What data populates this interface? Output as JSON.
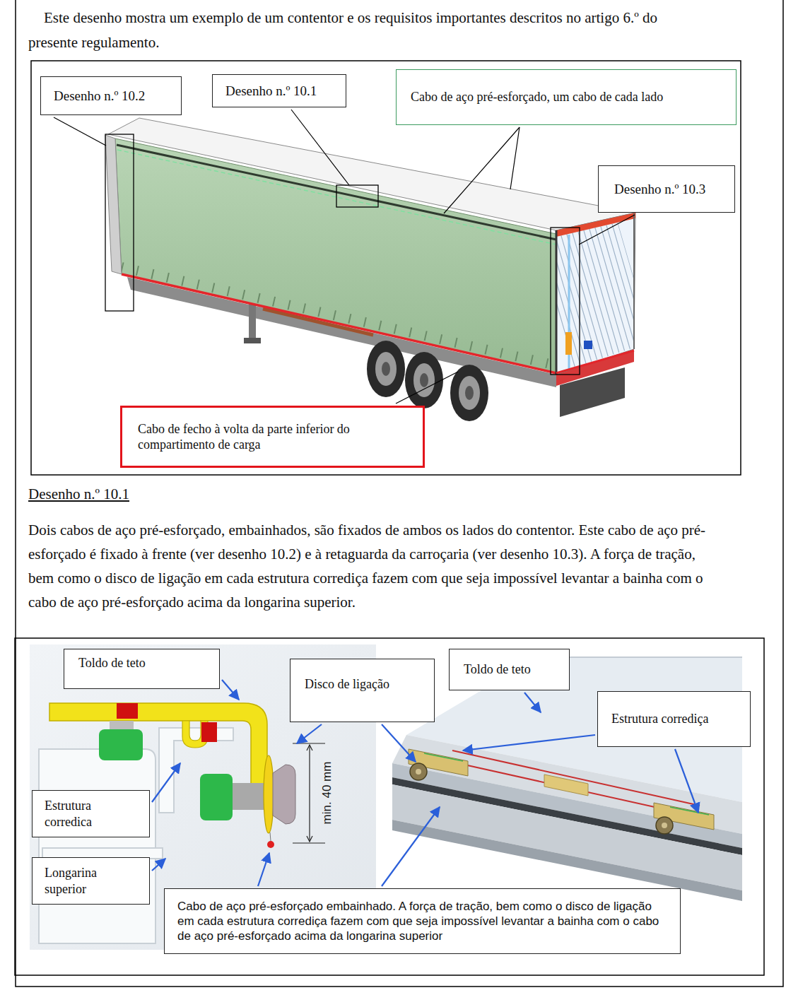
{
  "diagram": {
    "nodes": [
      {
        "text": [
          "Desenho n.º 10.2"
        ]
      },
      {
        "text": [
          "Desenho n.º 10.1"
        ]
      },
      {
        "text": [
          "Cabo de aço pré-esforçado, um cabo de cada lado"
        ]
      },
      {
        "text": [
          "Desenho n.º 10.3"
        ]
      },
      {
        "text": [
          "Cabo de fecho à volta da parte inferior do compartimento de carga"
        ]
      },
      {
        "text": [
          "Toldo de teto"
        ]
      },
      {
        "text": [
          "Disco de ligação"
        ]
      },
      {
        "text": [
          "Toldo de teto"
        ]
      },
      {
        "text": [
          "Estrutura corrediça"
        ]
      },
      {
        "text": [
          "Estrutura corredica"
        ]
      },
      {
        "text": [
          "Longarina superior"
        ]
      },
      {
        "text": [
          "Cabo de aço pré-esforçado embainhado. A força de tração, bem como o disco de ligação em cada estrutura corrediça fazem com que seja impossível levantar a bainha com o cabo de aço pré-esforçado acima da longarina superior"
        ]
      }
    ],
    "labels": [
      "Este desenho mostra um exemplo de um contentor e os requisitos importantes descritos no artigo 6.º do presente regulamento.",
      "Desenho n.º 10.1",
      "Dois cabos de aço pré-esforçado, embainhados, são fixados de ambos os lados do contentor. Este cabo de aço pré-esforçado é fixado à frente (ver desenho 10.2) e à retaguarda da carroçaria (ver desenho 10.3). A força de tração, bem como o disco de ligação em cada estrutura corrediça fazem com que seja impossível levantar a bainha com o cabo de aço pré-esforçado acima da longarina superior.",
      "min. 40 mm"
    ]
  }
}
